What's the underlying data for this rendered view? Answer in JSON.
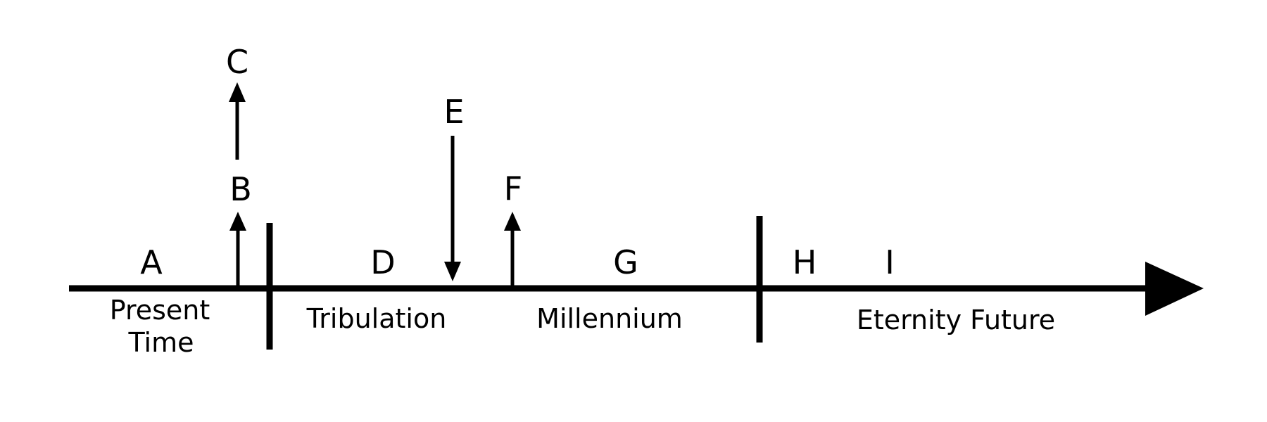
{
  "colors": {
    "ink": "#000000",
    "background": "#ffffff"
  },
  "letters": {
    "a": "A",
    "b": "B",
    "c": "C",
    "d": "D",
    "e": "E",
    "f": "F",
    "g": "G",
    "h": "H",
    "i": "I"
  },
  "eras": {
    "present_line1": "Present",
    "present_line2": "Time",
    "tribulation": "Tribulation",
    "millennium": "Millennium",
    "eternity": "Eternity Future"
  }
}
